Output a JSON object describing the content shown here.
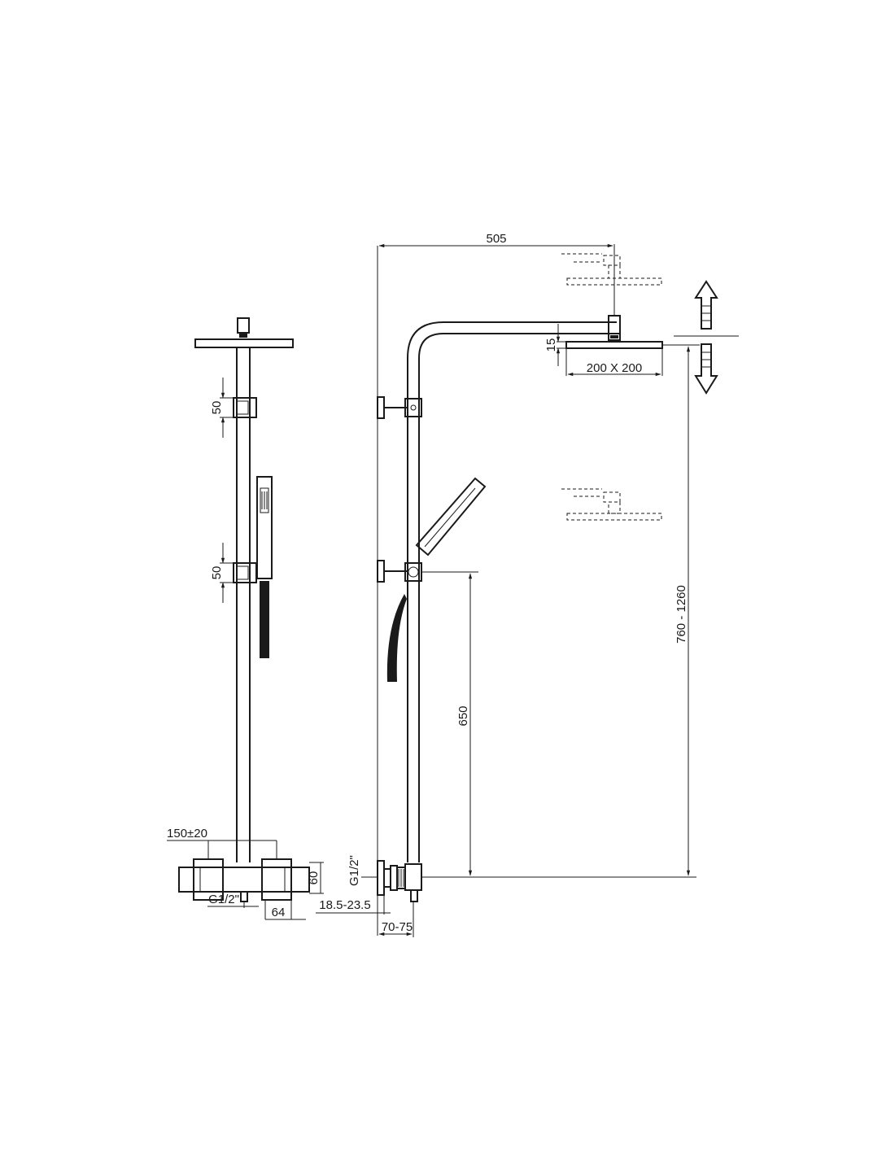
{
  "dimensions": {
    "total_projection": "505",
    "head_thickness": "15",
    "head_size": "200 X 200",
    "height_range": "760 - 1260",
    "handset_holder_height": "650",
    "slider_height_upper": "50",
    "slider_height_lower": "50",
    "inlet_spacing": "150±20",
    "mixer_height": "60",
    "inlet_thread_front": "G1/2\"",
    "inlet_thread_side": "G1/2\"",
    "inlet_width": "64",
    "wall_offset": "18.5-23.5",
    "eccentric_depth": "70-75"
  }
}
